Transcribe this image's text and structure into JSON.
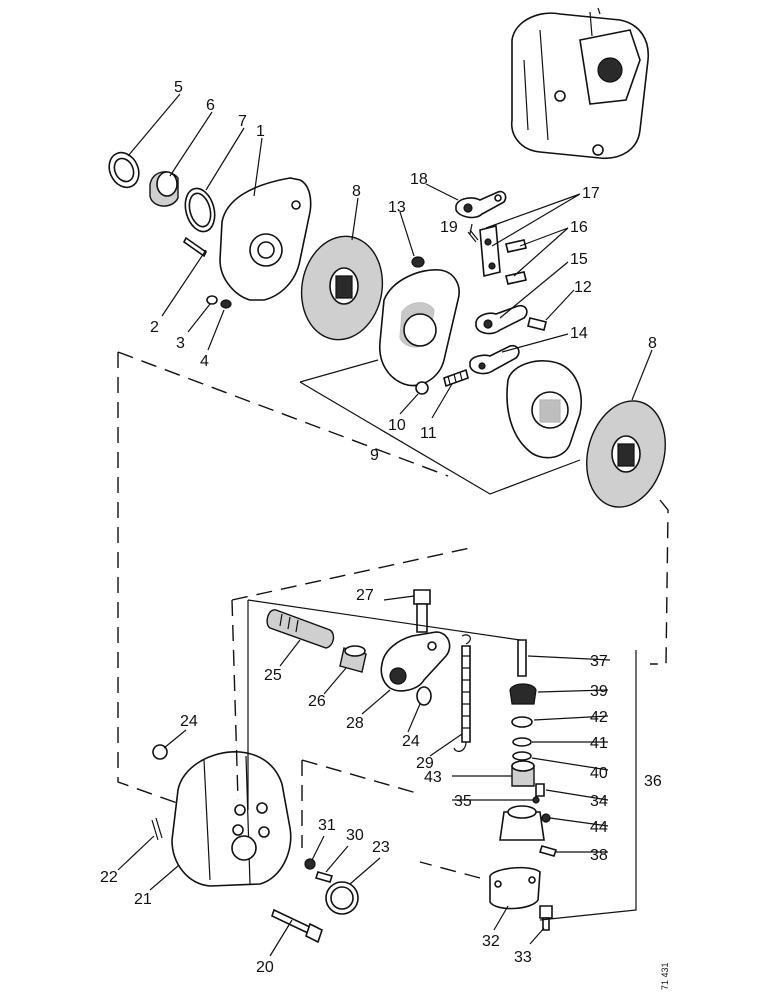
{
  "callouts": [
    "1",
    "2",
    "3",
    "4",
    "5",
    "6",
    "7",
    "8",
    "8",
    "9",
    "10",
    "11",
    "12",
    "13",
    "14",
    "15",
    "16",
    "17",
    "18",
    "19",
    "20",
    "21",
    "22",
    "23",
    "24",
    "24",
    "25",
    "26",
    "27",
    "28",
    "29",
    "30",
    "31",
    "32",
    "33",
    "34",
    "35",
    "36",
    "37",
    "38",
    "39",
    "40",
    "41",
    "42",
    "43",
    "44"
  ],
  "drawing_ref": "71 431",
  "colors": {
    "ink": "#111111",
    "paper": "#ffffff"
  }
}
